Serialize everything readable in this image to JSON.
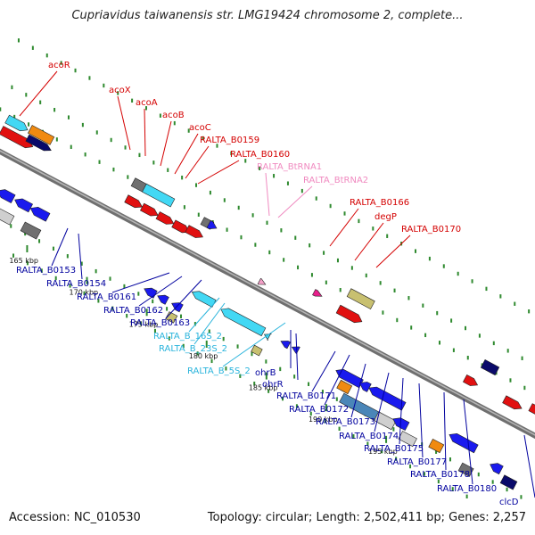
{
  "title": "Cupriavidus taiwanensis str. LMG19424 chromosome 2, complete...",
  "footer": {
    "accession": "Accession: NC_010530",
    "topology": "Topology: circular; Length: 2,502,411 bp; Genes: 2,257"
  },
  "colors": {
    "backbone": "#8a8a8a",
    "tick_dots": "#2f8a2f",
    "forward_labels": "#d40000",
    "rrna_labels": "#f08ac0",
    "reverse_labels": "#00009e",
    "rrna_reverse_labels": "#2ab4dc",
    "gene_red": "#e11010",
    "gene_blue": "#1a1aee",
    "gene_navy": "#0a0a6a",
    "gene_cyan": "#42d8f4",
    "gene_orange": "#f08a10",
    "gene_olive": "#c8c070",
    "gene_gray": "#707070",
    "gene_lightgray": "#cfcfcf",
    "gene_pink": "#f4a0c8",
    "gene_magenta": "#e8208c",
    "gene_steel": "#4a86b8"
  },
  "ticks": [
    "165 kbp",
    "170 kbp",
    "175 kbp",
    "180 kbp",
    "185 kbp",
    "190 kbp",
    "195 kbp"
  ],
  "forward_genes": [
    {
      "name": "acoR",
      "color": "forward_labels"
    },
    {
      "name": "acoX",
      "color": "forward_labels"
    },
    {
      "name": "acoA",
      "color": "forward_labels"
    },
    {
      "name": "acoB",
      "color": "forward_labels"
    },
    {
      "name": "acoC",
      "color": "forward_labels"
    },
    {
      "name": "RALTA_B0159",
      "color": "forward_labels"
    },
    {
      "name": "RALTA_B0160",
      "color": "forward_labels"
    },
    {
      "name": "RALTA_BtRNA1",
      "color": "rrna_labels"
    },
    {
      "name": "RALTA_BtRNA2",
      "color": "rrna_labels"
    },
    {
      "name": "RALTA_B0166",
      "color": "forward_labels"
    },
    {
      "name": "degP",
      "color": "forward_labels"
    },
    {
      "name": "RALTA_B0170",
      "color": "forward_labels"
    }
  ],
  "reverse_genes": [
    {
      "name": "RALTA_B0153",
      "color": "reverse_labels"
    },
    {
      "name": "RALTA_B0154",
      "color": "reverse_labels"
    },
    {
      "name": "RALTA_B0161",
      "color": "reverse_labels"
    },
    {
      "name": "RALTA_B0162",
      "color": "reverse_labels"
    },
    {
      "name": "RALTA_B0163",
      "color": "reverse_labels"
    },
    {
      "name": "RALTA_B_16S_2",
      "color": "rrna_reverse_labels"
    },
    {
      "name": "RALTA_B_23S_2",
      "color": "rrna_reverse_labels"
    },
    {
      "name": "RALTA_B_5S_2",
      "color": "rrna_reverse_labels"
    },
    {
      "name": "ohrB",
      "color": "reverse_labels"
    },
    {
      "name": "ohrR",
      "color": "reverse_labels"
    },
    {
      "name": "RALTA_B0171",
      "color": "reverse_labels"
    },
    {
      "name": "RALTA_B0172",
      "color": "reverse_labels"
    },
    {
      "name": "RALTA_B0173",
      "color": "reverse_labels"
    },
    {
      "name": "RALTA_B0174",
      "color": "reverse_labels"
    },
    {
      "name": "RALTA_B0175",
      "color": "reverse_labels"
    },
    {
      "name": "RALTA_B0177",
      "color": "reverse_labels"
    },
    {
      "name": "RALTA_B0178",
      "color": "reverse_labels"
    },
    {
      "name": "RALTA_B0180",
      "color": "reverse_labels"
    },
    {
      "name": "clcD",
      "color": "reverse_labels"
    }
  ]
}
